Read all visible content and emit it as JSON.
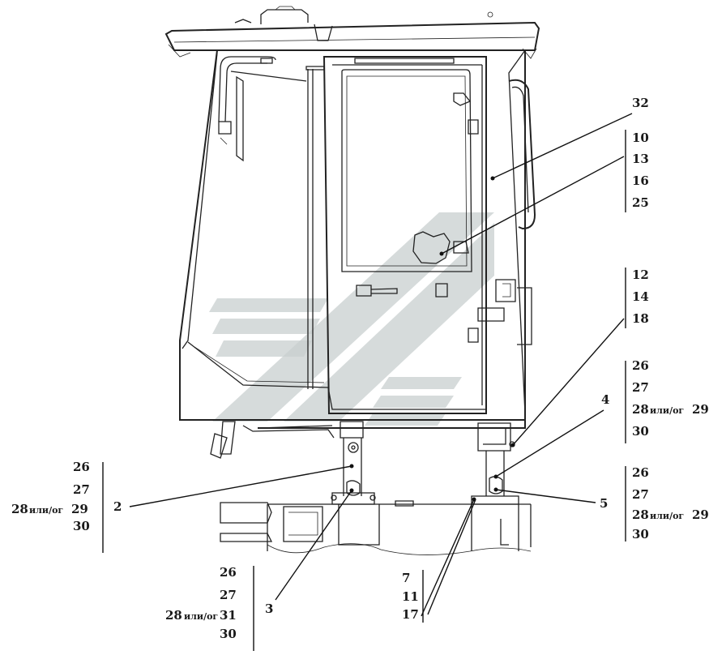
{
  "callouts": {
    "c32": "32",
    "c4": "4",
    "c5": "5",
    "c2": "2",
    "c3": "3"
  },
  "groups": {
    "g1": [
      "10",
      "13",
      "16",
      "25"
    ],
    "g2": [
      "12",
      "14",
      "18"
    ],
    "g3": {
      "a": "26",
      "b": "27",
      "c_num": "28",
      "c_sep": "или/ог",
      "c_alt": "29",
      "d": "30"
    },
    "g4": {
      "a": "26",
      "b": "27",
      "c_num": "28",
      "c_sep": "или/ог",
      "c_alt": "29",
      "d": "30"
    },
    "g5": {
      "a": "26",
      "b": "27",
      "c_num": "28",
      "c_sep": "или/ог",
      "c_alt": "29",
      "d": "30"
    },
    "g6": {
      "a": "26",
      "b": "27",
      "c_num": "28",
      "c_sep": "или/ог",
      "c_alt": "31",
      "d": "30"
    },
    "g7": [
      "7",
      "11",
      "17"
    ]
  }
}
